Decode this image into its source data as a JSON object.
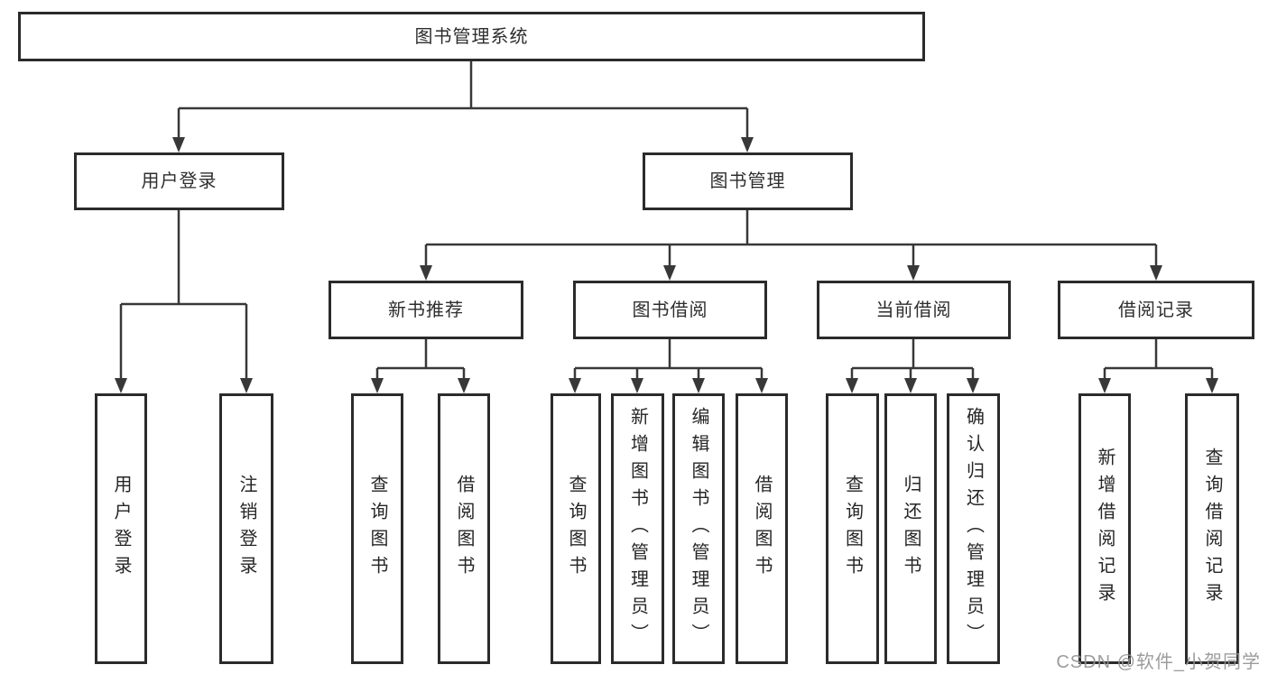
{
  "tree": {
    "label": "图书管理系统",
    "children": [
      {
        "label": "用户登录",
        "children": [
          {
            "label": "用户登录"
          },
          {
            "label": "注销登录"
          }
        ]
      },
      {
        "label": "图书管理",
        "children": [
          {
            "label": "新书推荐",
            "children": [
              {
                "label": "查询图书"
              },
              {
                "label": "借阅图书"
              }
            ]
          },
          {
            "label": "图书借阅",
            "children": [
              {
                "label": "查询图书"
              },
              {
                "label": "新增图书（管理员）"
              },
              {
                "label": "编辑图书（管理员）"
              },
              {
                "label": "借阅图书"
              }
            ]
          },
          {
            "label": "当前借阅",
            "children": [
              {
                "label": "查询图书"
              },
              {
                "label": "归还图书"
              },
              {
                "label": "确认归还（管理员）"
              }
            ]
          },
          {
            "label": "借阅记录",
            "children": [
              {
                "label": "新增借阅记录"
              },
              {
                "label": "查询借阅记录"
              }
            ]
          }
        ]
      }
    ]
  },
  "watermark": {
    "text": "CSDN @软件_小贺同学"
  },
  "colors": {
    "line": "#383838",
    "box_border": "#2b2b2b",
    "text": "#2e2e2e",
    "watermark": "#949494",
    "background": "#ffffff"
  }
}
